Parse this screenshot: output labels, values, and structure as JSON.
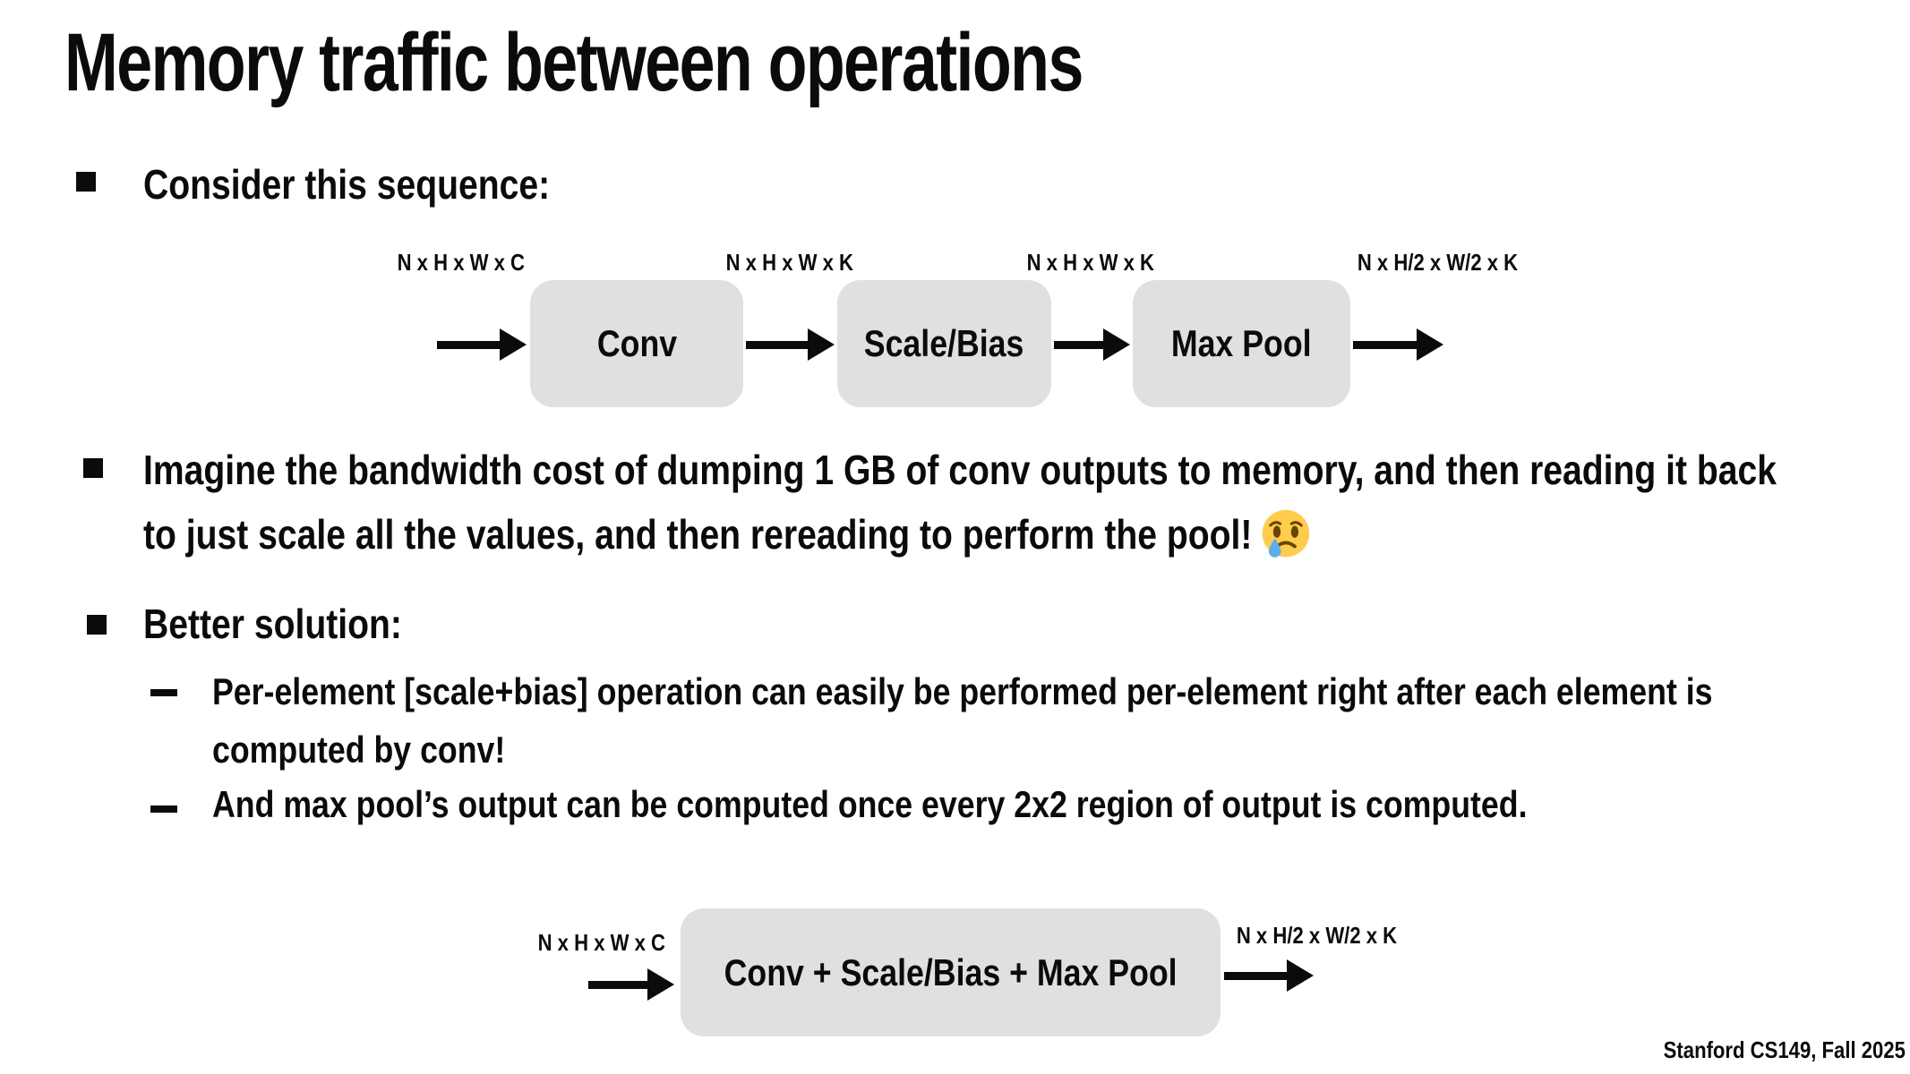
{
  "slide": {
    "title": "Memory traffic between operations",
    "footer": "Stanford CS149, Fall 2025"
  },
  "bullets": {
    "consider": "Consider this sequence:",
    "imagine_line1": "Imagine the bandwidth cost of dumping 1 GB of conv outputs to memory, and then reading it back",
    "imagine_line2": "to just scale all the values, and then rereading to perform the pool!",
    "imagine_emoji": "😢",
    "better": "Better solution:",
    "sub1_line1": "Per-element [scale+bias] operation can easily be performed per-element right after each element is",
    "sub1_line2": "computed by conv!",
    "sub2": "And max pool’s output can be computed once every 2x2 region of output is computed."
  },
  "pipeline": {
    "input_label": "N x H x W x C",
    "boxes": [
      {
        "label": "Conv",
        "output_label": "N x H x W x K"
      },
      {
        "label": "Scale/Bias",
        "output_label": "N x H x W x K"
      },
      {
        "label": "Max Pool",
        "output_label": "N x H/2 x W/2 x K"
      }
    ]
  },
  "fused_pipeline": {
    "input_label": "N x H x W x C",
    "box_label": "Conv + Scale/Bias + Max Pool",
    "output_label": "N x H/2 x W/2 x K"
  },
  "colors": {
    "bg": "#ffffff",
    "text": "#0b0b0b",
    "box_fill": "#e0e0e0",
    "tear_blue": "#5dadec",
    "emoji_yellow": "#ffcc4d"
  }
}
